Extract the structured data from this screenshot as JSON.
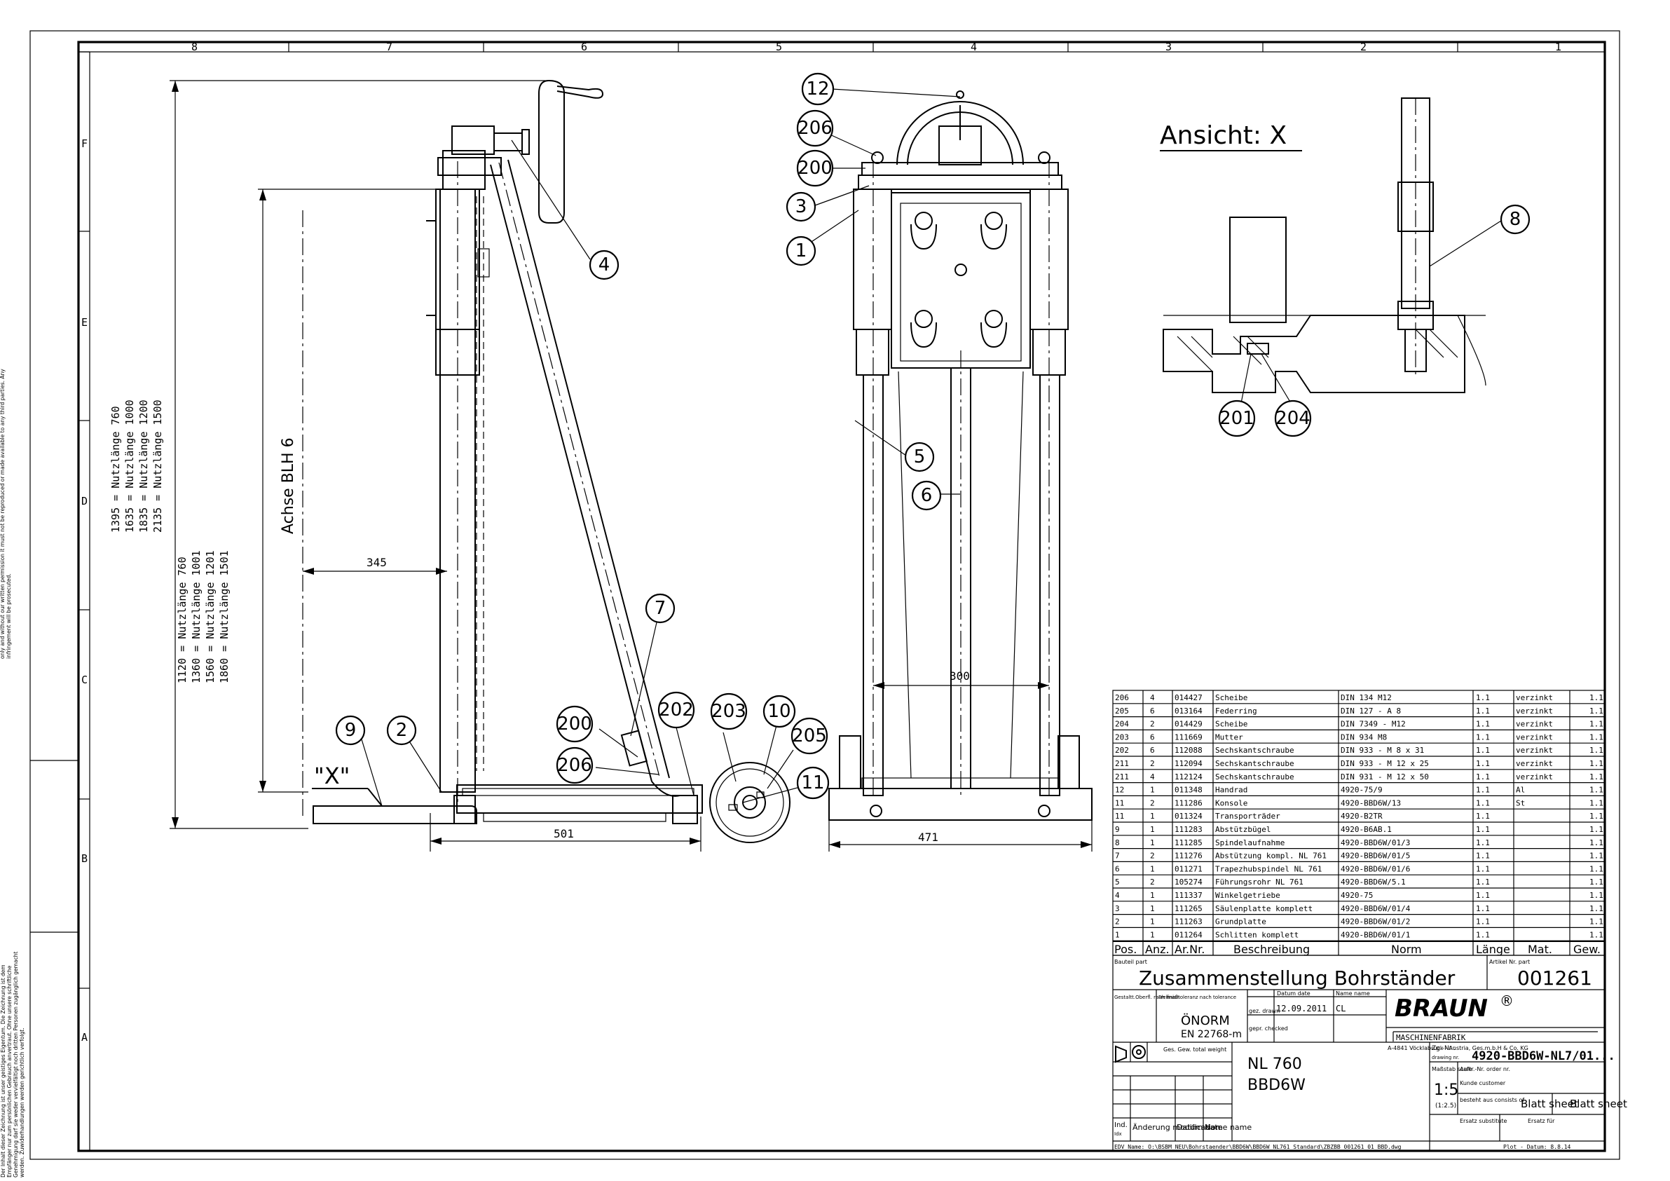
{
  "zone_columns": [
    "8",
    "7",
    "6",
    "5",
    "4",
    "3",
    "2",
    "1"
  ],
  "zone_rows": [
    "F",
    "E",
    "D",
    "C",
    "B",
    "A"
  ],
  "copyright_en": "The content of this drawing is our copyright property. This drawing was handed over to the receiver for personal use only and without our written permission it must not be reproduced or made available to any third parties. Any infringement will be prosecuted.",
  "copyright_de": "Der Inhalt dieser Zeichnung ist unser geistiges Eigentum. Die Zeichnung ist dem Empfänger nur zum persönlichen Gebrauch anvertraut. Ohne unsere schriftliche Genehmigung darf sie weder vervielfältigt noch dritten Personen zugänglich gemacht werden. Zuwiderhandlungen werden gerichtlich verfolgt.",
  "side_view": {
    "dims_long": [
      "1395 = Nutzlänge 760",
      "1635 = Nutzlänge 1000",
      "1835 = Nutzlänge 1200",
      "2135 = Nutzlänge 1500"
    ],
    "dims_short": [
      "1120 = Nutzlänge 760",
      "1360 = Nutzlänge 1001",
      "1560 = Nutzlänge 1201",
      "1860 = Nutzlänge 1501"
    ],
    "axis_label": "Achse BLH 6",
    "dim_345": "345",
    "dim_501": "501",
    "x_label": "\"X\""
  },
  "front_view": {
    "dim_300": "300",
    "dim_471": "471"
  },
  "detail_view": {
    "title": "Ansicht: X"
  },
  "balloons": {
    "b1": "1",
    "b2": "2",
    "b3": "3",
    "b4": "4",
    "b5": "5",
    "b6": "6",
    "b7": "7",
    "b8": "8",
    "b9": "9",
    "b10": "10",
    "b11": "11",
    "b12": "12",
    "b200": "200",
    "b200b": "200",
    "b201": "201",
    "b202": "202",
    "b203": "203",
    "b204": "204",
    "b205": "205",
    "b206": "206",
    "b206b": "206"
  },
  "parts_list": {
    "headers": [
      "Pos.",
      "Anz.",
      "Ar.Nr.",
      "Beschreibung",
      "Norm",
      "Länge",
      "Mat.",
      "Gew."
    ],
    "rows": [
      [
        "206",
        "4",
        "014427",
        "Scheibe",
        "DIN 134 M12",
        "1.1",
        "verzinkt",
        "1.1"
      ],
      [
        "205",
        "6",
        "013164",
        "Federring",
        "DIN 127 - A 8",
        "1.1",
        "verzinkt",
        "1.1"
      ],
      [
        "204",
        "2",
        "014429",
        "Scheibe",
        "DIN 7349 - M12",
        "1.1",
        "verzinkt",
        "1.1"
      ],
      [
        "203",
        "6",
        "111669",
        "Mutter",
        "DIN 934 M8",
        "1.1",
        "verzinkt",
        "1.1"
      ],
      [
        "202",
        "6",
        "112088",
        "Sechskantschraube",
        "DIN 933 - M 8 x 31",
        "1.1",
        "verzinkt",
        "1.1"
      ],
      [
        "211",
        "2",
        "112094",
        "Sechskantschraube",
        "DIN 933 - M 12 x 25",
        "1.1",
        "verzinkt",
        "1.1"
      ],
      [
        "211",
        "4",
        "112124",
        "Sechskantschraube",
        "DIN 931 - M 12 x 50",
        "1.1",
        "verzinkt",
        "1.1"
      ],
      [
        "12",
        "1",
        "011348",
        "Handrad",
        "4920-75/9",
        "1.1",
        "Al",
        "1.1"
      ],
      [
        "11",
        "2",
        "111286",
        "Konsole",
        "4920-BBD6W/13",
        "1.1",
        "St",
        "1.1"
      ],
      [
        "11",
        "1",
        "011324",
        "Transporträder",
        "4920-B2TR",
        "1.1",
        "",
        "1.1"
      ],
      [
        "9",
        "1",
        "111283",
        "Abstützbügel",
        "4920-B6AB.1",
        "1.1",
        "",
        "1.1"
      ],
      [
        "8",
        "1",
        "111285",
        "Spindelaufnahme",
        "4920-BBD6W/01/3",
        "1.1",
        "",
        "1.1"
      ],
      [
        "7",
        "2",
        "111276",
        "Abstützung kompl. NL 761",
        "4920-BBD6W/01/5",
        "1.1",
        "",
        "1.1"
      ],
      [
        "6",
        "1",
        "011271",
        "Trapezhubspindel NL 761",
        "4920-BBD6W/01/6",
        "1.1",
        "",
        "1.1"
      ],
      [
        "5",
        "2",
        "105274",
        "Führungsrohr NL 761",
        "4920-BBD6W/5.1",
        "1.1",
        "",
        "1.1"
      ],
      [
        "4",
        "1",
        "111337",
        "Winkelgetriebe",
        "4920-75",
        "1.1",
        "",
        "1.1"
      ],
      [
        "3",
        "1",
        "111265",
        "Säulenplatte komplett",
        "4920-BBD6W/01/4",
        "1.1",
        "",
        "1.1"
      ],
      [
        "2",
        "1",
        "111263",
        "Grundplatte",
        "4920-BBD6W/01/2",
        "1.1",
        "",
        "1.1"
      ],
      [
        "1",
        "1",
        "011264",
        "Schlitten komplett",
        "4920-BBD6W/01/1",
        "1.1",
        "",
        "1.1"
      ]
    ]
  },
  "title_block": {
    "bauteil_label": "Bauteil part",
    "title": "Zusammenstellung Bohrständer",
    "artikel_label": "Artikel Nr. part",
    "artikel_nr": "001261",
    "toleranz_label": "Gestaltt.Oberfl. rauh finish",
    "freimass_label": "Freimaßtoleranz nach tolerance",
    "norm1": "ÖNORM",
    "norm2": "EN 22768-m",
    "gez_label": "gez. drawn",
    "gepr_label": "gepr. checked",
    "datum_label": "Datum date",
    "name_label": "Name name",
    "date": "12.09.2011",
    "drawn_by": "CL",
    "brand": "BRAUN",
    "brand_reg": "®",
    "brand_sub": "MASCHINENFABRIK",
    "brand_addr": "A-4841 Vöcklabruck - Austria, Ges.m.b.H & Co. KG",
    "zg_label": "Zg.-Nr.:",
    "zg_sub": "drawing nr.",
    "zg_nr": "4920-BBD6W-NL7/01...",
    "massstab_label": "Maßstab scale",
    "scale": "1:5",
    "scale2": "(1:2.5)",
    "auftr_label": "Auftr.-Nr. order nr.",
    "kunde_label": "Kunde customer",
    "besteht_label": "besteht aus consists of",
    "blatt_label": "Blatt sheet",
    "blatt2_label": "Blatt sheet",
    "ersatz_label": "Ersatz substitute",
    "ersatz2_label": "Ersatz für",
    "gew_label": "Ges. Gew. total weight",
    "model1": "NL 760",
    "model2": "BBD6W",
    "rev_idx": "Ind.",
    "rev_idx2": "Idx",
    "rev_change": "Änderung modification",
    "rev_date": "Datum date",
    "rev_name": "Name name",
    "path": "EDV Name: O:\\BSBM_NEU\\Bohrstaender\\BBD6W\\BBD6W_NL761_Standard\\ZBZBB_001261_01_BBD.dwg",
    "plot": "Plot - Datum: 8.8.14"
  }
}
